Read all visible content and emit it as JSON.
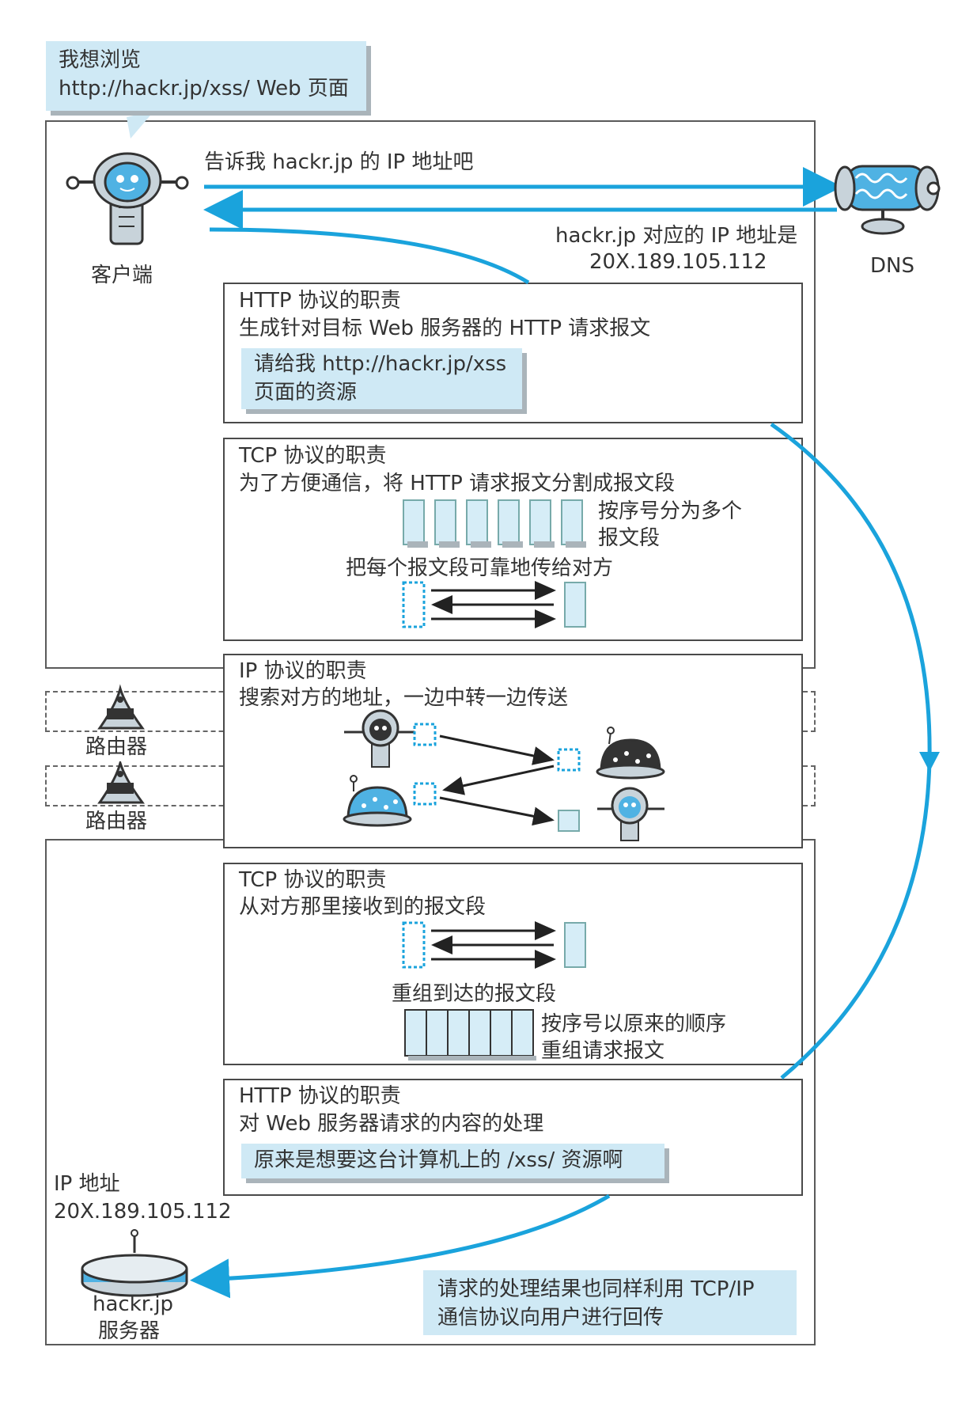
{
  "speech_bubble": {
    "line1": "我想浏览",
    "line2": "http://hackr.jp/xss/ Web 页面"
  },
  "client": {
    "label": "客户端"
  },
  "dns": {
    "label": "DNS",
    "ask": "告诉我 hackr.jp 的 IP 地址吧",
    "reply_line1": "hackr.jp 对应的 IP 地址是",
    "reply_line2": "20X.189.105.112"
  },
  "http_client": {
    "title": "HTTP 协议的职责",
    "desc": "生成针对目标 Web 服务器的 HTTP 请求报文",
    "note_line1": "请给我 http://hackr.jp/xss",
    "note_line2": "页面的资源"
  },
  "tcp_client": {
    "title": "TCP 协议的职责",
    "desc": "为了方便通信，将 HTTP 请求报文分割成报文段",
    "segments_line1": "按序号分为多个",
    "segments_line2": "报文段",
    "reliable": "把每个报文段可靠地传给对方"
  },
  "ip": {
    "title": "IP 协议的职责",
    "desc": "搜索对方的地址，一边中转一边传送"
  },
  "routers": [
    {
      "label": "路由器"
    },
    {
      "label": "路由器"
    }
  ],
  "tcp_server": {
    "title": "TCP 协议的职责",
    "desc": "从对方那里接收到的报文段",
    "reassemble": "重组到达的报文段",
    "order_line1": "按序号以原来的顺序",
    "order_line2": "重组请求报文"
  },
  "http_server": {
    "title": "HTTP 协议的职责",
    "desc": "对 Web 服务器请求的内容的处理",
    "note": "原来是想要这台计算机上的 /xss/ 资源啊"
  },
  "server": {
    "ip_label": "IP 地址",
    "ip_value": "20X.189.105.112",
    "name_line1": "hackr.jp",
    "name_line2": "服务器"
  },
  "response_note": {
    "line1": "请求的处理结果也同样利用 TCP/IP",
    "line2": "通信协议向用户进行回传"
  },
  "colors": {
    "arrow_blue": "#1aa3dc",
    "note_bg": "#cfe9f5",
    "segment_fill": "#d6edf7",
    "robot_blue": "#4fb2e3"
  }
}
